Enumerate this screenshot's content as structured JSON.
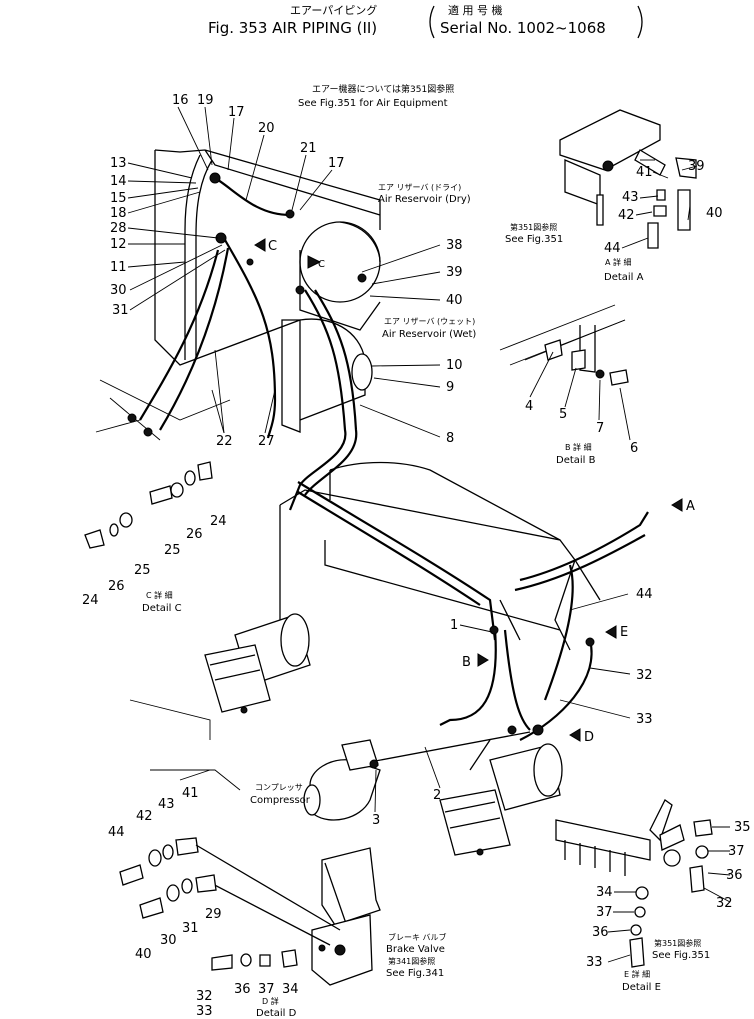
{
  "header": {
    "title_jp": "エアーパイピング",
    "title": "Fig. 353  AIR  PIPING (II)",
    "serial_jp": "適 用 号 機",
    "serial": "Serial No. 1002~1068"
  },
  "notes": {
    "air_equipment_jp": "エアー機器については第351図参照",
    "air_equipment": "See Fig.351 for Air Equipment",
    "reservoir_dry_jp": "エア  リザーバ  (ドライ)",
    "reservoir_dry": "Air Reservoir (Dry)",
    "reservoir_wet_jp": "エア  リザーバ  (ウェット)",
    "reservoir_wet": "Air Reservoir (Wet)",
    "compressor_jp": "コンプレッサ",
    "compressor": "Compressor",
    "brake_valve_jp": "ブレーキ バルブ",
    "brake_valve": "Brake Valve",
    "brake_ref_jp": "第341図参照",
    "brake_ref": "See Fig.341",
    "fig351_jp_a": "第351図参照",
    "fig351_a": "See Fig.351",
    "fig351_jp_e": "第351図参照",
    "fig351_e": "See Fig.351"
  },
  "details": {
    "a_jp": "A 詳 細",
    "a": "Detail  A",
    "b_jp": "B 詳 細",
    "b": "Detail  B",
    "c_jp": "C 詳 細",
    "c": "Detail  C",
    "d_jp": "D 詳",
    "d": "Detail  D",
    "e_jp": "E 詳 細",
    "e": "Detail  E"
  },
  "view_markers": {
    "a": "A",
    "b": "B",
    "c": "C",
    "d": "D",
    "e": "E"
  },
  "callouts": {
    "n1": "1",
    "n2": "2",
    "n3": "3",
    "n4": "4",
    "n5": "5",
    "n6": "6",
    "n7": "7",
    "n8": "8",
    "n9": "9",
    "n10": "10",
    "n11": "11",
    "n12": "12",
    "n13": "13",
    "n14": "14",
    "n15": "15",
    "n16": "16",
    "n17": "17",
    "n17b": "17",
    "n18": "18",
    "n19": "19",
    "n20": "20",
    "n21": "21",
    "n22": "22",
    "n24a": "24",
    "n24b": "24",
    "n25a": "25",
    "n25b": "25",
    "n26a": "26",
    "n26b": "26",
    "n27": "27",
    "n28": "28",
    "n29": "29",
    "n30": "30",
    "n30b": "30",
    "n31": "31",
    "n31b": "31",
    "n32": "32",
    "n32b": "32",
    "n32c": "32",
    "n33": "33",
    "n33b": "33",
    "n33c": "33",
    "n34": "34",
    "n34b": "34",
    "n35": "35",
    "n36": "36",
    "n36b": "36",
    "n36c": "36",
    "n37": "37",
    "n37b": "37",
    "n37c": "37",
    "n38": "38",
    "n39": "39",
    "n39b": "39",
    "n40": "40",
    "n40b": "40",
    "n40c": "40",
    "n41": "41",
    "n41b": "41",
    "n42": "42",
    "n42b": "42",
    "n43": "43",
    "n43b": "43",
    "n44": "44",
    "n44b": "44",
    "n44c": "44"
  }
}
